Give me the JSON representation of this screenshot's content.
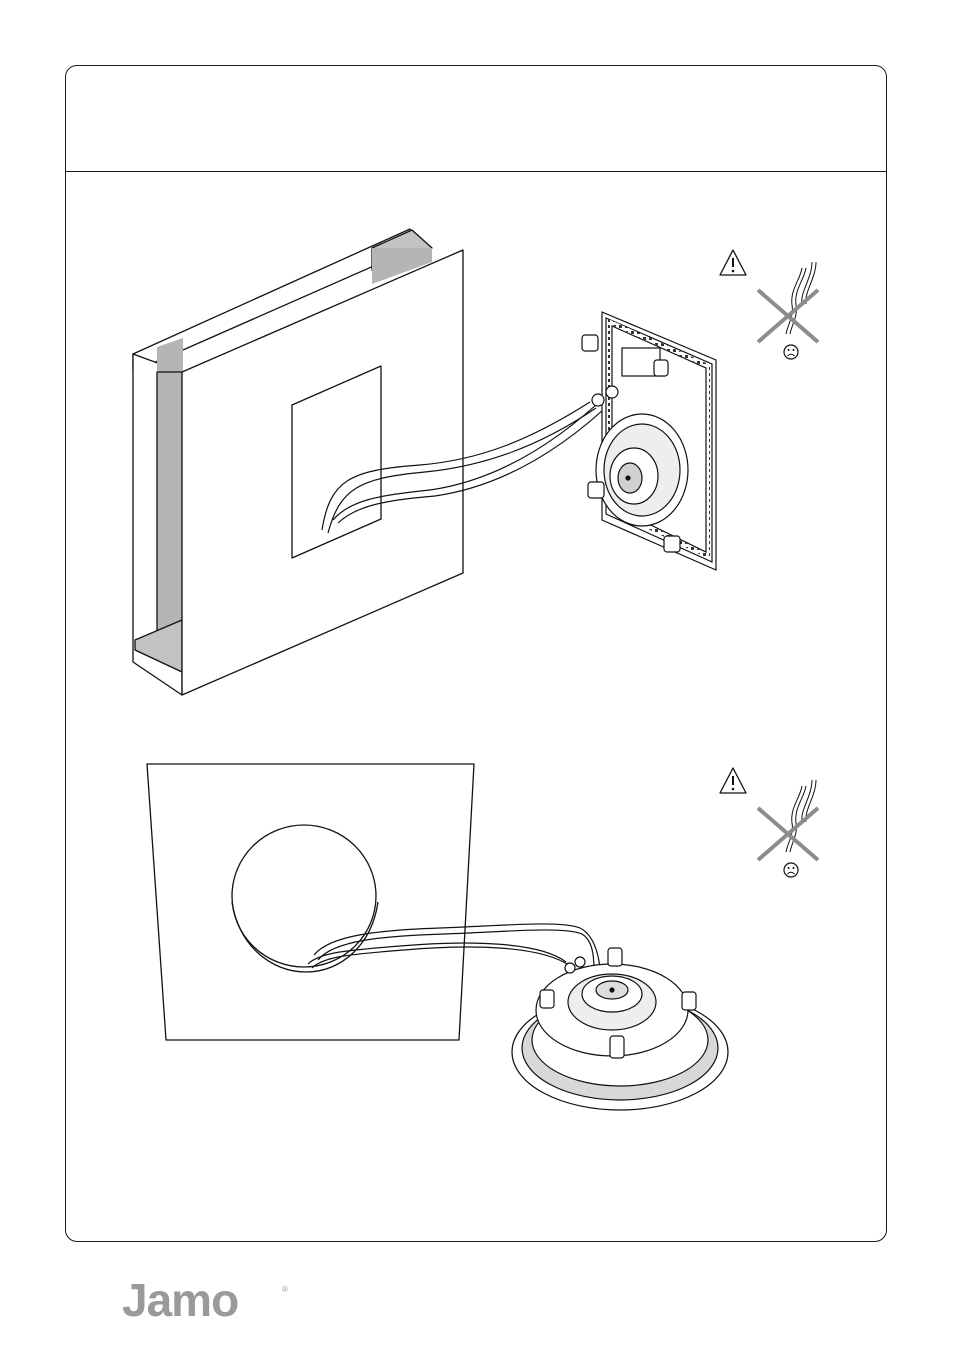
{
  "document": {
    "header_text": "",
    "figures": [
      {
        "name": "in-wall-speaker-installation",
        "warning_icon": "warning-triangle-icon",
        "prohibited_icon": "crossed-cable-icon",
        "mood_icon": "sad-face-icon"
      },
      {
        "name": "in-ceiling-speaker-installation",
        "warning_icon": "warning-triangle-icon",
        "prohibited_icon": "crossed-cable-icon",
        "mood_icon": "sad-face-icon"
      }
    ]
  },
  "brand": {
    "logo_text": "Jamo",
    "registered_mark": "®",
    "logo_color": "#9a9a9a"
  }
}
